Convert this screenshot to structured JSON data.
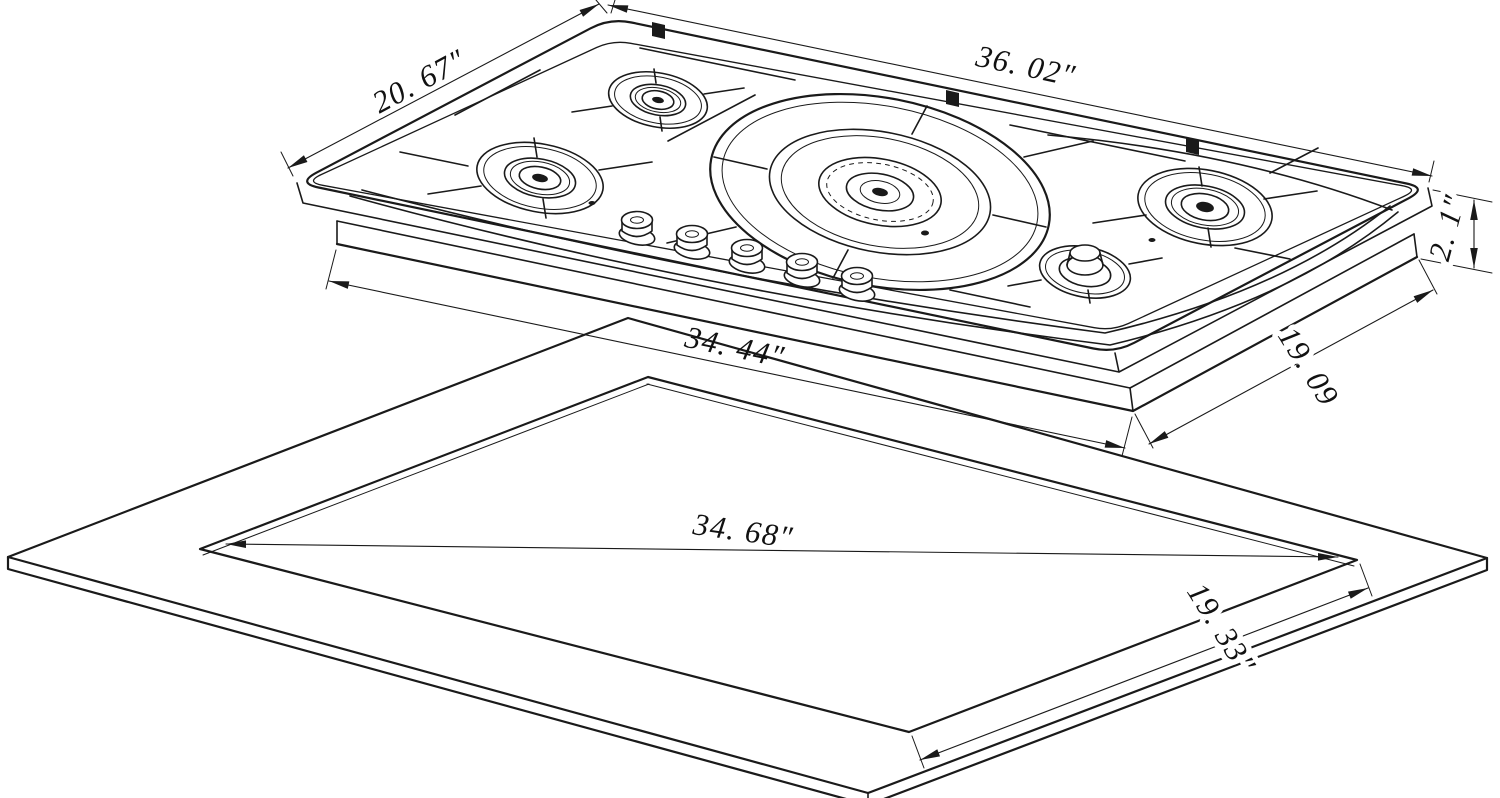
{
  "figure": {
    "description": "Isometric technical line drawing of a 5-burner gas cooktop shown above its countertop cutout outline",
    "burner_count": 5,
    "knob_count": 5,
    "line_color": "#1a1a1a",
    "background_color": "#ffffff"
  },
  "dims": {
    "cooktop_depth": "20. 67″",
    "cooktop_width": "36. 02″",
    "cooktop_height": "2. 1″",
    "base_width": "34. 44″",
    "base_depth": "19. 09",
    "cutout_width": "34. 68″",
    "cutout_depth": "19. 33″"
  }
}
